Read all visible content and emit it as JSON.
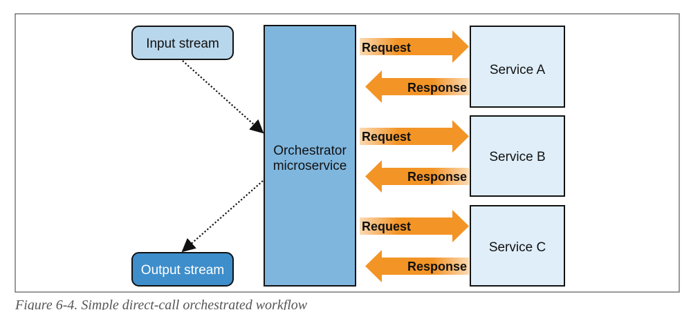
{
  "colors": {
    "frame": "#555555",
    "orchestrator_fill": "#7fb6de",
    "input_fill": "#b9d7ec",
    "output_fill": "#3e8ecb",
    "service_fill": "#dfeef9",
    "arrow": "#f39426",
    "text": "#111111"
  },
  "input_stream": {
    "label": "Input stream"
  },
  "output_stream": {
    "label": "Output stream"
  },
  "orchestrator": {
    "line1": "Orchestrator",
    "line2": "microservice"
  },
  "services": [
    {
      "label": "Service A",
      "request_label": "Request",
      "response_label": "Response"
    },
    {
      "label": "Service B",
      "request_label": "Request",
      "response_label": "Response"
    },
    {
      "label": "Service C",
      "request_label": "Request",
      "response_label": "Response"
    }
  ],
  "caption": "Figure 6-4. Simple direct-call orchestrated workflow"
}
